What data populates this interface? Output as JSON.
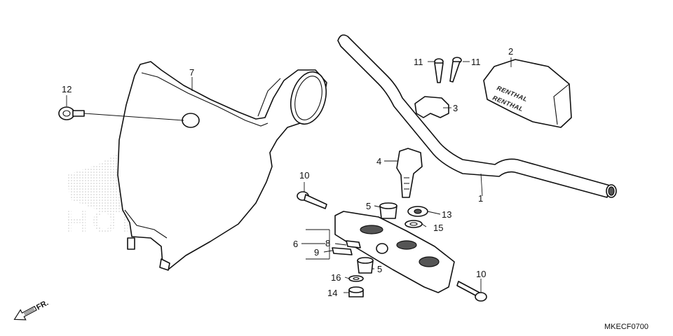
{
  "diagram": {
    "callouts": [
      {
        "id": "c1",
        "number": "1"
      },
      {
        "id": "c2",
        "number": "2"
      },
      {
        "id": "c3",
        "number": "3"
      },
      {
        "id": "c4",
        "number": "4"
      },
      {
        "id": "c5a",
        "number": "5"
      },
      {
        "id": "c5b",
        "number": "5"
      },
      {
        "id": "c6",
        "number": "6"
      },
      {
        "id": "c7",
        "number": "7"
      },
      {
        "id": "c8",
        "number": "8"
      },
      {
        "id": "c9",
        "number": "9"
      },
      {
        "id": "c10a",
        "number": "10"
      },
      {
        "id": "c10b",
        "number": "10"
      },
      {
        "id": "c11a",
        "number": "11"
      },
      {
        "id": "c11b",
        "number": "11"
      },
      {
        "id": "c12",
        "number": "12"
      },
      {
        "id": "c13",
        "number": "13"
      },
      {
        "id": "c14",
        "number": "14"
      },
      {
        "id": "c15",
        "number": "15"
      },
      {
        "id": "c16",
        "number": "16"
      }
    ],
    "front_indicator": "FR.",
    "diagram_code": "MKECF0700",
    "pad_brand": "RENTHAL",
    "watermark": "HONDA"
  },
  "colors": {
    "line": "#111111",
    "watermark_dots": "#c8c8c8",
    "shading": "#555555"
  }
}
